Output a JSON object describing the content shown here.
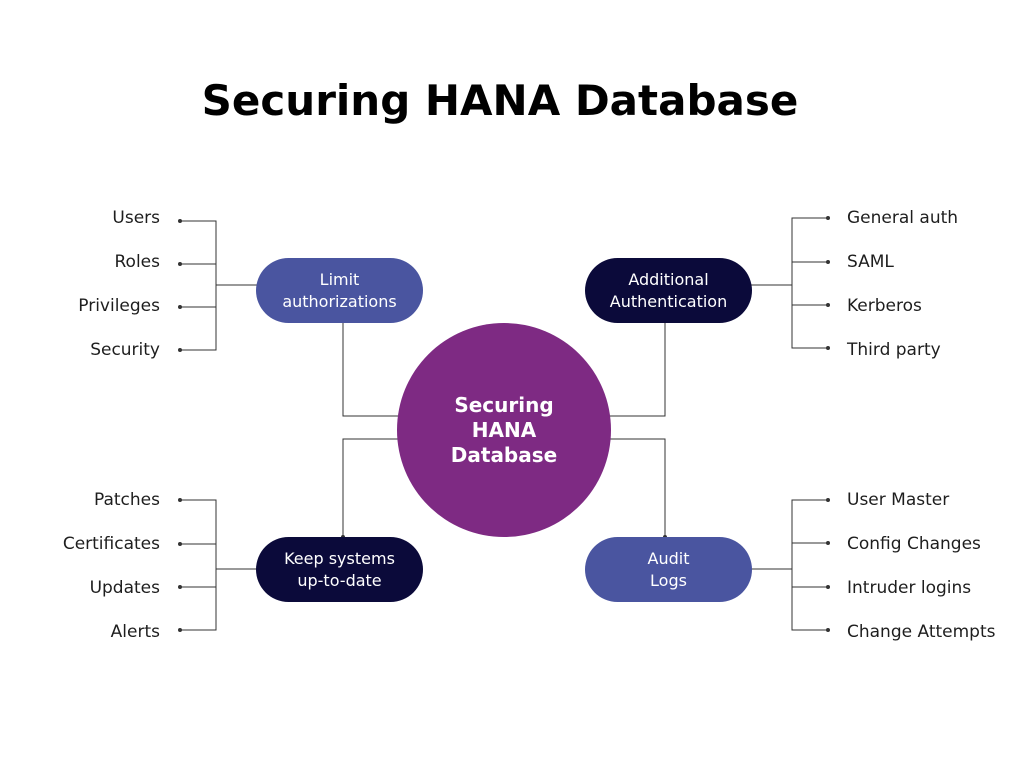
{
  "title": "Securing HANA Database",
  "center": {
    "label": "Securing HANA Database",
    "color": "#7e2a83"
  },
  "nodes": {
    "top_left": {
      "label": "Limit\nauthorizations",
      "color": "#4a55a0",
      "items": [
        "Users",
        "Roles",
        "Privileges",
        "Security"
      ]
    },
    "top_right": {
      "label": "Additional\nAuthentication",
      "color": "#0b0a3a",
      "items": [
        "General auth",
        "SAML",
        "Kerberos",
        "Third party"
      ]
    },
    "bottom_left": {
      "label": "Keep systems\nup-to-date",
      "color": "#0b0a3a",
      "items": [
        "Patches",
        "Certificates",
        "Updates",
        "Alerts"
      ]
    },
    "bottom_right": {
      "label": "Audit\nLogs",
      "color": "#4a55a0",
      "items": [
        "User Master",
        "Config Changes",
        "Intruder logins",
        "Change Attempts"
      ]
    }
  }
}
